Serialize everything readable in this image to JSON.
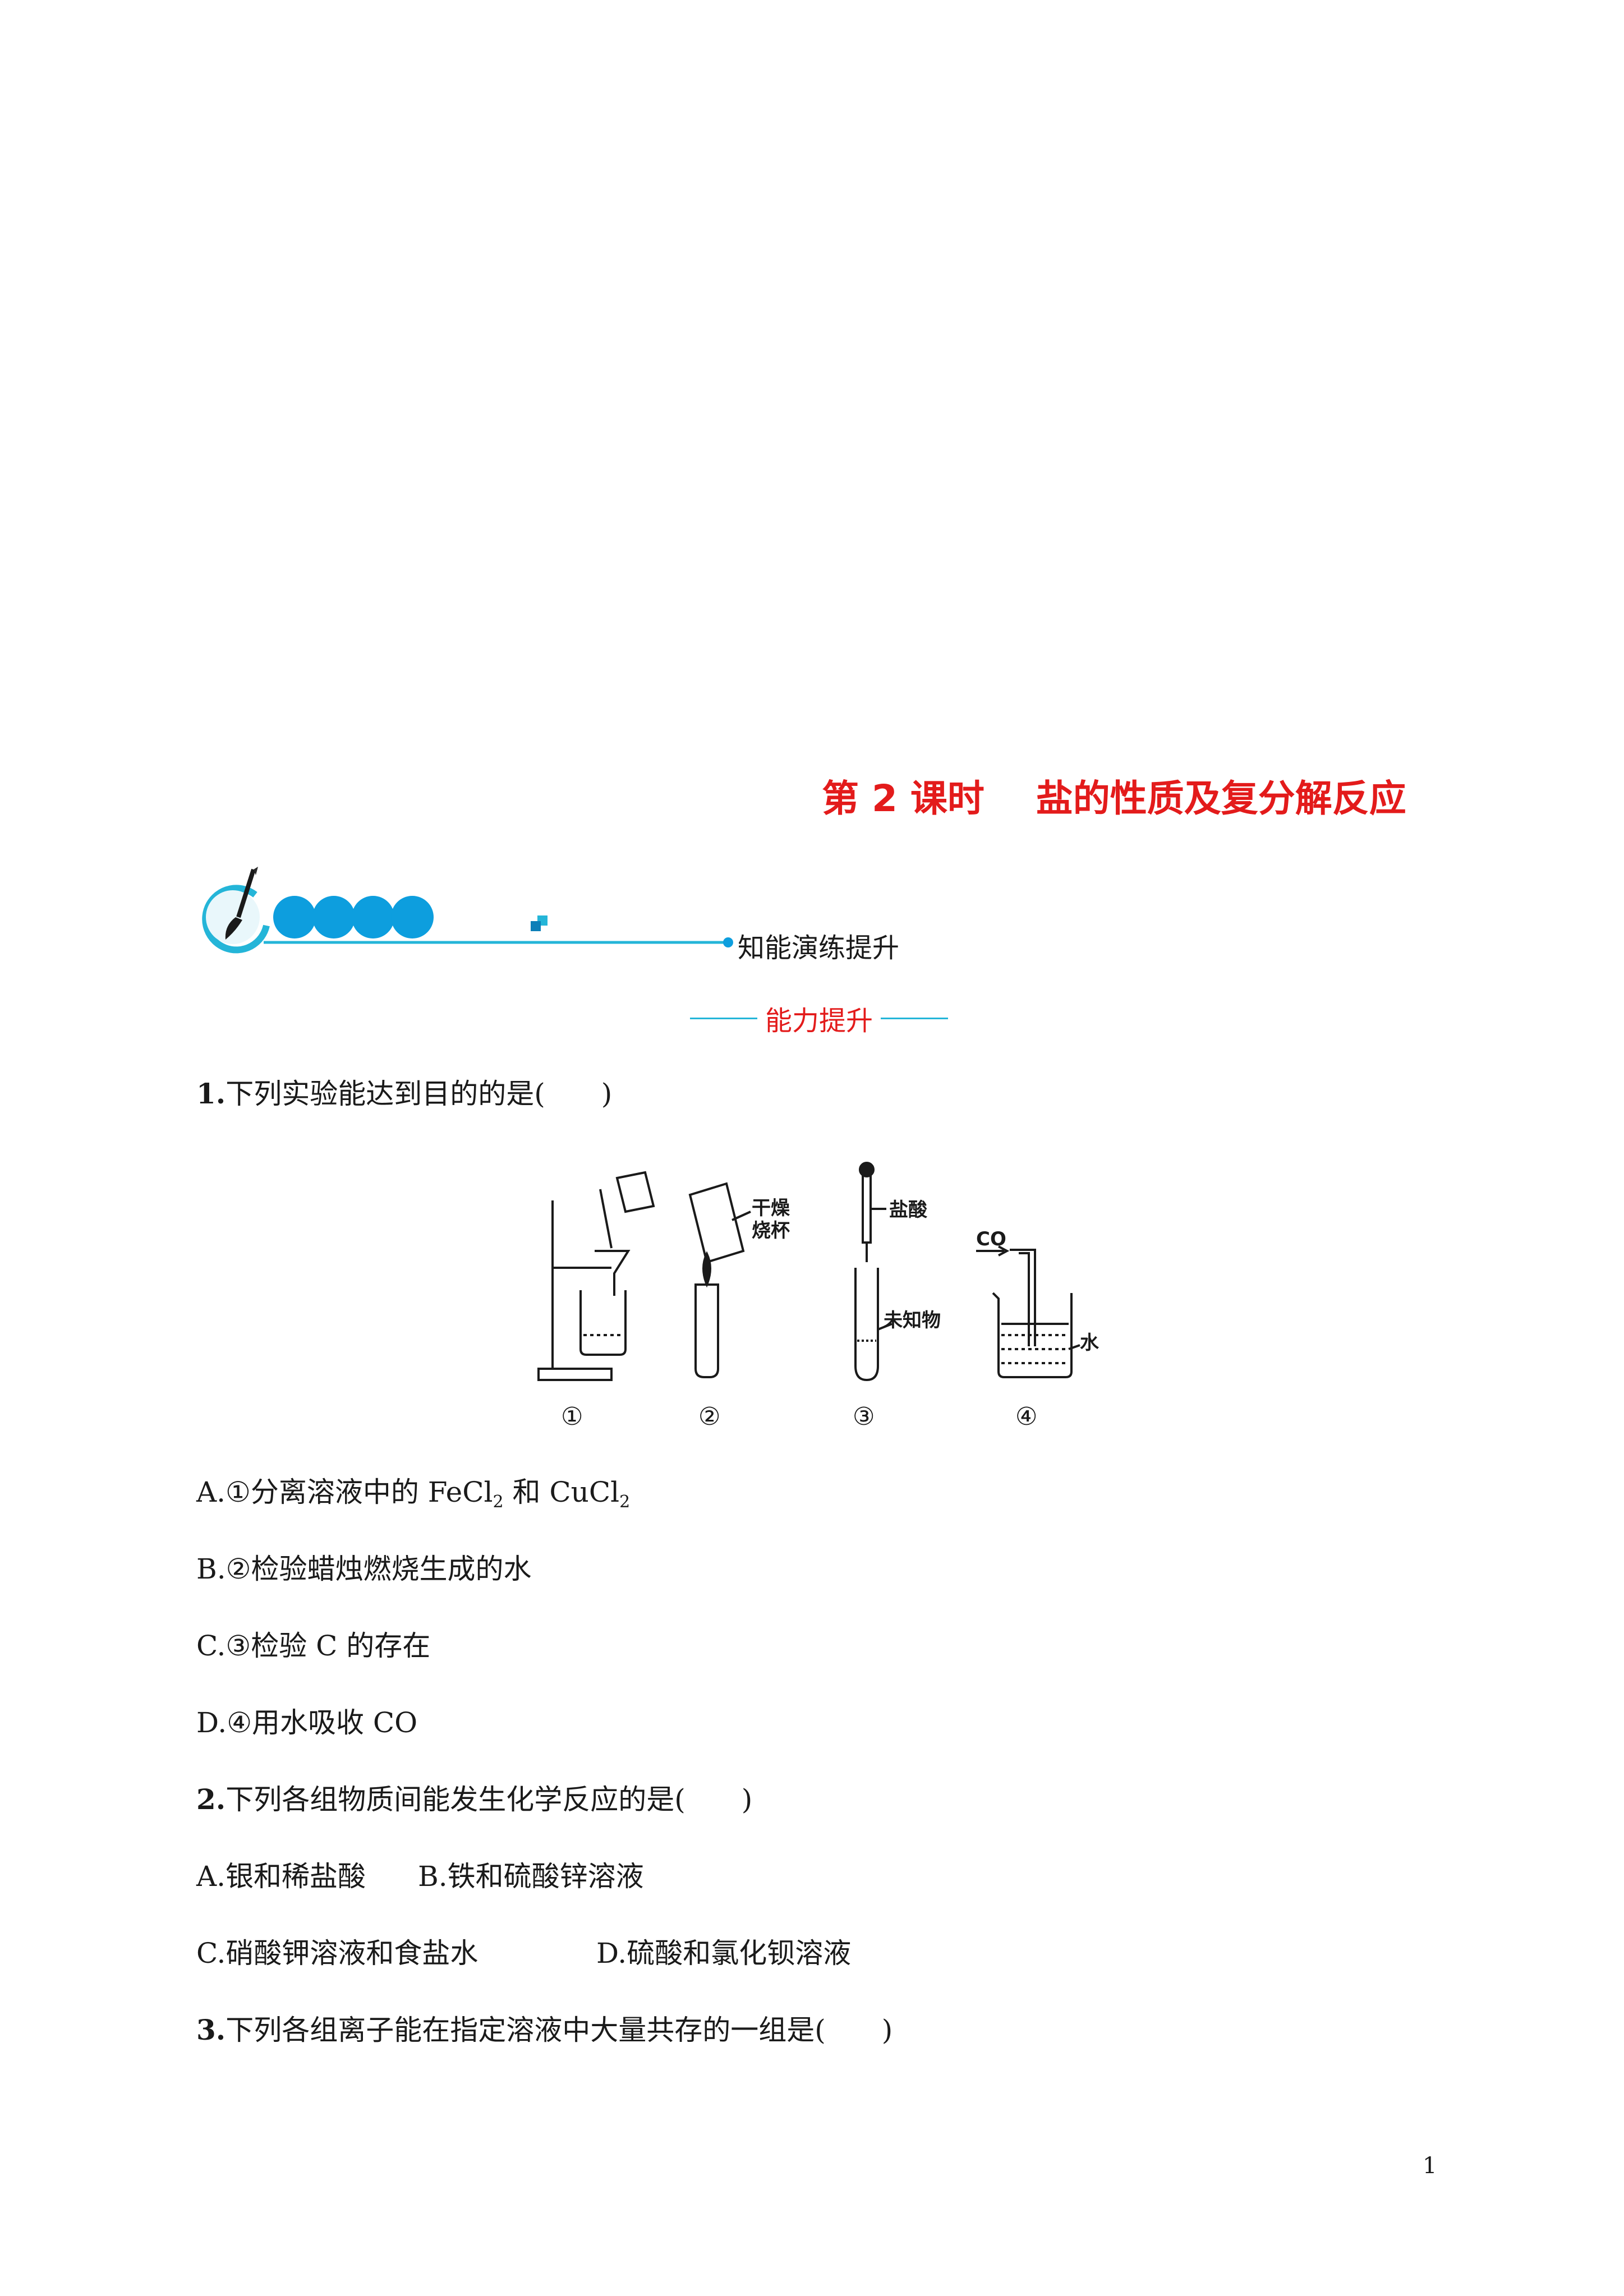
{
  "title": "第 2 课时    盐的性质及复分解反应",
  "banner": {
    "label": "知能演练提升"
  },
  "section": {
    "label": "能力提升"
  },
  "q1": {
    "number": "1.",
    "stem": "下列实验能达到目的的是(　　)",
    "figure": {
      "labels": {
        "beaker": "干燥",
        "beaker2": "烧杯",
        "acid": "盐酸",
        "unknown": "未知物",
        "co": "CO",
        "water": "水"
      },
      "captions": [
        "①",
        "②",
        "③",
        "④"
      ]
    },
    "options": {
      "a_prefix": "A.①分离溶液中的 FeCl",
      "a_sub1": "2",
      "a_mid": " 和 CuCl",
      "a_sub2": "2",
      "b": "B.②检验蜡烛燃烧生成的水",
      "c": "C.③检验 C 的存在",
      "d": "D.④用水吸收 CO"
    }
  },
  "q2": {
    "number": "2.",
    "stem": "下列各组物质间能发生化学反应的是(　　)",
    "options": {
      "a": "A.银和稀盐酸",
      "b": "B.铁和硫酸锌溶液",
      "c": "C.硝酸钾溶液和食盐水",
      "d": "D.硫酸和氯化钡溶液"
    }
  },
  "q3": {
    "number": "3.",
    "stem": "下列各组离子能在指定溶液中大量共存的一组是(　　)"
  },
  "page_number": "1"
}
